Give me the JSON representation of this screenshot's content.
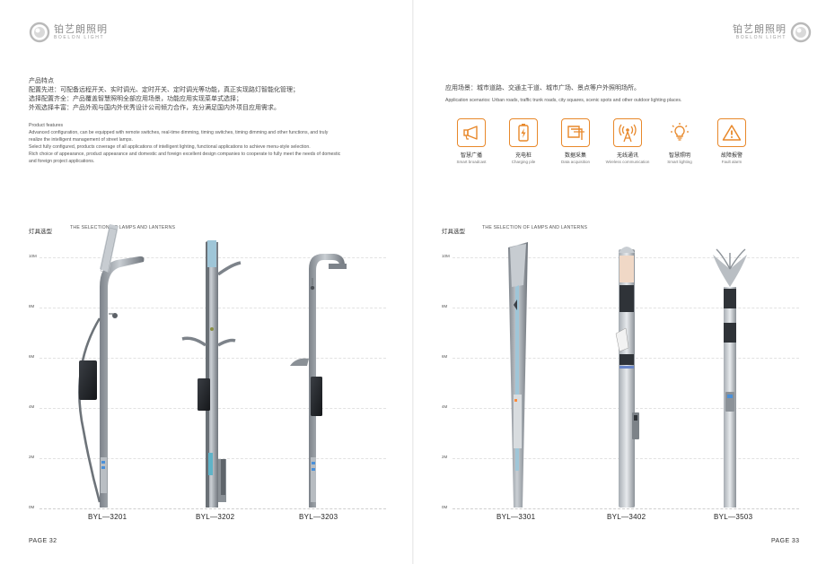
{
  "brand": {
    "name_cn": "铂艺朗照明",
    "name_en": "BOELON LIGHT"
  },
  "left": {
    "features_title": "产品特点",
    "features_cn": [
      "配置先进：可配备远程开关、实时调光、定时开关、定时调光等功能，真正实现路灯智能化管理；",
      "选择配置齐全：产品覆盖智慧照明全部应用场景，功能应用实现菜单式选择；",
      "外观选择丰富：产品外观与国内外优秀设计公司倾力合作，充分满足国内外项目应用需求。"
    ],
    "features_en_title": "Product features",
    "features_en": [
      "Advanced configuration, can be equipped with remote switches, real-time dimming, timing switches, timing dimming and other functions, and truly",
      "realize the intelligent management of street lamps.",
      "Select fully configured, products coverage of all applications of intelligent lighting, functional applications to achieve menu-style selection.",
      "Rich choice of appearance, product appearance and domestic and foreign excellent design companies to cooperate to fully meet the needs of domestic",
      "and foreign project applications."
    ],
    "section_title": "灯具选型",
    "section_sub": "THE SELECTION OF LAMPS AND LANTERNS",
    "models": [
      "BYL—3201",
      "BYL—3202",
      "BYL—3203"
    ],
    "page": "PAGE 32"
  },
  "right": {
    "scenarios_cn": "应用场景：城市道路、交通主干道、城市广场、景点等户外照明场所。",
    "scenarios_en": "Application scenarios: Urban roads, traffic trunk roads, city squares, scenic spots and other outdoor lighting places.",
    "icons": [
      {
        "cn": "智慧广播",
        "en": "Smart broadcast",
        "icon": "megaphone-icon"
      },
      {
        "cn": "充电桩",
        "en": "Charging pile",
        "icon": "charging-pile-icon"
      },
      {
        "cn": "数据采集",
        "en": "Data acquisition",
        "icon": "data-stack-icon"
      },
      {
        "cn": "无线通讯",
        "en": "Wireless communication",
        "icon": "antenna-icon"
      },
      {
        "cn": "智慧照明",
        "en": "Smart lighting",
        "icon": "lightbulb-icon"
      },
      {
        "cn": "故障报警",
        "en": "Fault alarm",
        "icon": "warning-icon"
      }
    ],
    "section_title": "灯具选型",
    "section_sub": "THE SELECTION OF LAMPS AND LANTERNS",
    "models": [
      "BYL—3301",
      "BYL—3402",
      "BYL—3503"
    ],
    "page": "PAGE 33"
  },
  "scale": [
    "10M",
    "8M",
    "6M",
    "4M",
    "2M",
    "0M"
  ],
  "colors": {
    "accent": "#e8882a",
    "pole": "#9aa0a6",
    "pole_dark": "#6d7379",
    "screen": "#2b2e33"
  }
}
